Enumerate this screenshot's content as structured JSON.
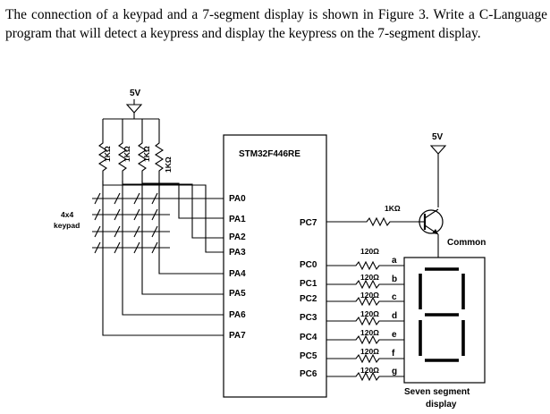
{
  "question": {
    "text": "The connection of a keypad and a 7-segment display is shown in Figure 3. Write a C-Language program that will detect a keypress and display the keypress on the 7-segment display."
  },
  "diagram": {
    "supply_left": "5V",
    "supply_right": "5V",
    "mcu_name": "STM32F446RE",
    "pullup_resistors": [
      "1KΩ",
      "1KΩ",
      "1KΩ",
      "1KΩ"
    ],
    "keypad_label_line1": "4x4",
    "keypad_label_line2": "keypad",
    "left_pins": [
      "PA0",
      "PA1",
      "PA2",
      "PA3",
      "PA4",
      "PA5",
      "PA6",
      "PA7"
    ],
    "right_pins": [
      "PC7",
      "PC0",
      "PC1",
      "PC2",
      "PC3",
      "PC4",
      "PC5",
      "PC6"
    ],
    "base_resistor": "1KΩ",
    "segment_resistors": [
      "120Ω",
      "120Ω",
      "120Ω",
      "120Ω",
      "120Ω",
      "120Ω",
      "120Ω"
    ],
    "segment_letters": [
      "a",
      "b",
      "c",
      "d",
      "e",
      "f",
      "g"
    ],
    "common_label": "Common",
    "display_label_line1": "Seven segment",
    "display_label_line2": "display"
  }
}
